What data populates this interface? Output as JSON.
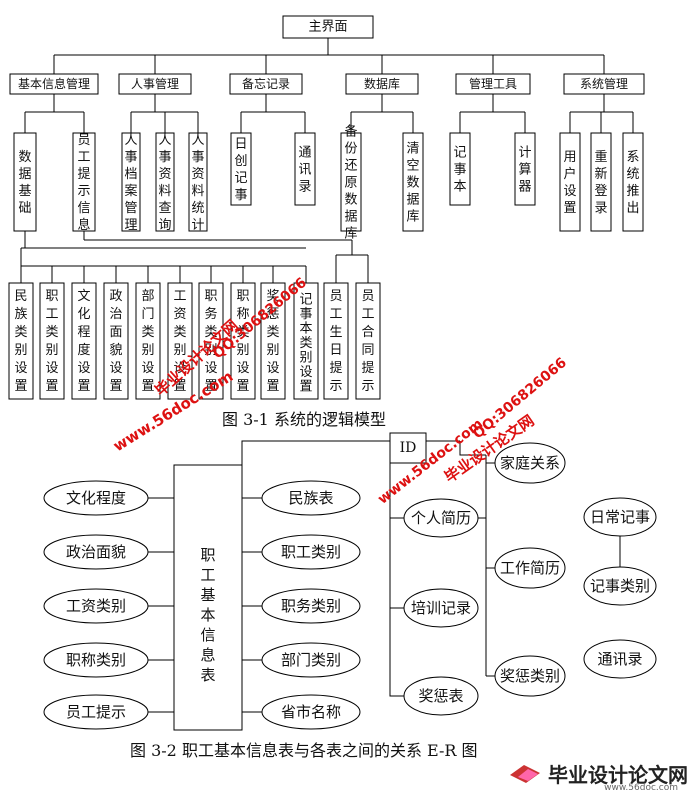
{
  "diagram1": {
    "root": "主界面",
    "modules": [
      "基本信息管理",
      "人事管理",
      "备忘记录",
      "数据库",
      "管理工具",
      "系统管理"
    ],
    "subs": [
      [
        "数据基础",
        "员工提示信息"
      ],
      [
        "人事档案管理",
        "人事资料查询",
        "人事资料统计"
      ],
      [
        "日创记事",
        "通讯录"
      ],
      [
        "备份还原数据库",
        "清空数据库"
      ],
      [
        "记事本",
        "计算器"
      ],
      [
        "用户设置",
        "重新登录",
        "系统推出"
      ]
    ],
    "data_basics_children": [
      "民族类别设置",
      "职工类别设置",
      "文化程度设置",
      "政治面貌设置",
      "部门类别设置",
      "工资类别设置",
      "职务类别设置",
      "职称类别设置",
      "奖惩类别设置",
      "记事本类别设置"
    ],
    "staff_tip_children": [
      "员工生日提示",
      "员工合同提示"
    ],
    "caption": "图 3-1    系统的逻辑模型"
  },
  "diagram2": {
    "center": "职工基本信息表",
    "id_label": "ID",
    "left_entities": [
      "文化程度",
      "政治面貌",
      "工资类别",
      "职称类别",
      "员工提示"
    ],
    "inner_entities": [
      "民族表",
      "职工类别",
      "职务类别",
      "部门类别",
      "省市名称"
    ],
    "id_children": [
      "个人简历",
      "培训记录",
      "奖惩表"
    ],
    "id_grandchildren": [
      "家庭关系",
      "工作简历",
      "奖惩类别"
    ],
    "memo": [
      "日常记事",
      "记事类别"
    ],
    "contacts": "通讯录",
    "caption": "图 3-2  职工基本信息表与各表之间的关系 E-R 图"
  },
  "watermarks": [
    "毕业设计论文网",
    "www.56doc.com",
    "QQ:306826066"
  ],
  "footer": {
    "logo_text": "毕业设计论文网",
    "logo_url": "www.56doc.com"
  }
}
